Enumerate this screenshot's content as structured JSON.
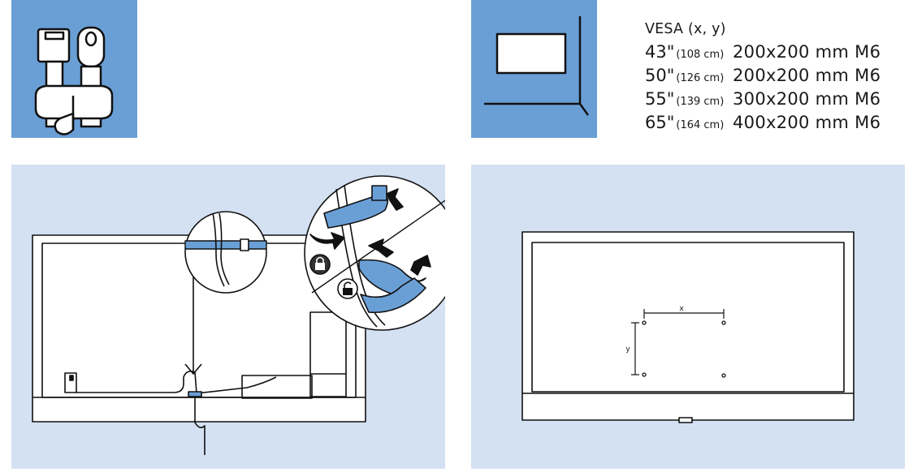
{
  "vesa": {
    "title": "VESA (x, y)",
    "rows": [
      {
        "size": "43\"",
        "cm": "(108 cm)",
        "spec": "200x200 mm M6"
      },
      {
        "size": "50\"",
        "cm": "(126 cm)",
        "spec": "200x200 mm M6"
      },
      {
        "size": "55\"",
        "cm": "(139 cm)",
        "spec": "300x200 mm M6"
      },
      {
        "size": "65\"",
        "cm": "(164 cm)",
        "spec": "400x200 mm M6"
      }
    ]
  },
  "mount_diagram": {
    "x_label": "x",
    "y_label": "y"
  },
  "colors": {
    "panel_blue": "#6a9fd6",
    "panel_light": "#d4e1f2",
    "tie_blue": "#6a9fd6",
    "line": "#1a1a1a"
  }
}
